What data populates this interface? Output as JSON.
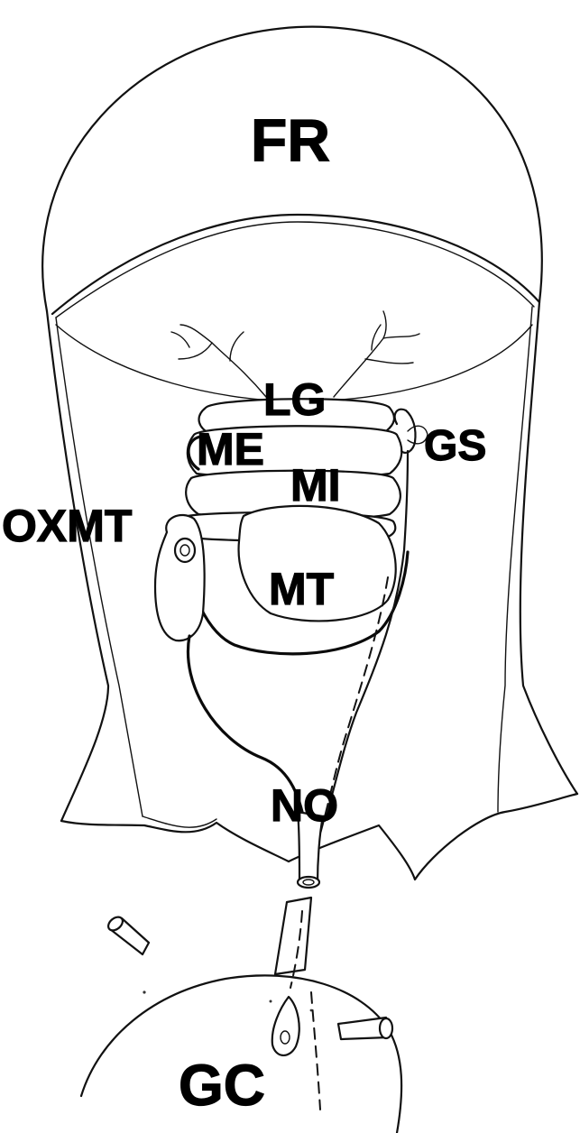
{
  "labels": {
    "fr": "FR",
    "lg": "LG",
    "gs": "GS",
    "me": "ME",
    "mi": "MI",
    "oxmt": "OXMT",
    "mt": "MT",
    "no": "NO",
    "gc": "GC"
  }
}
